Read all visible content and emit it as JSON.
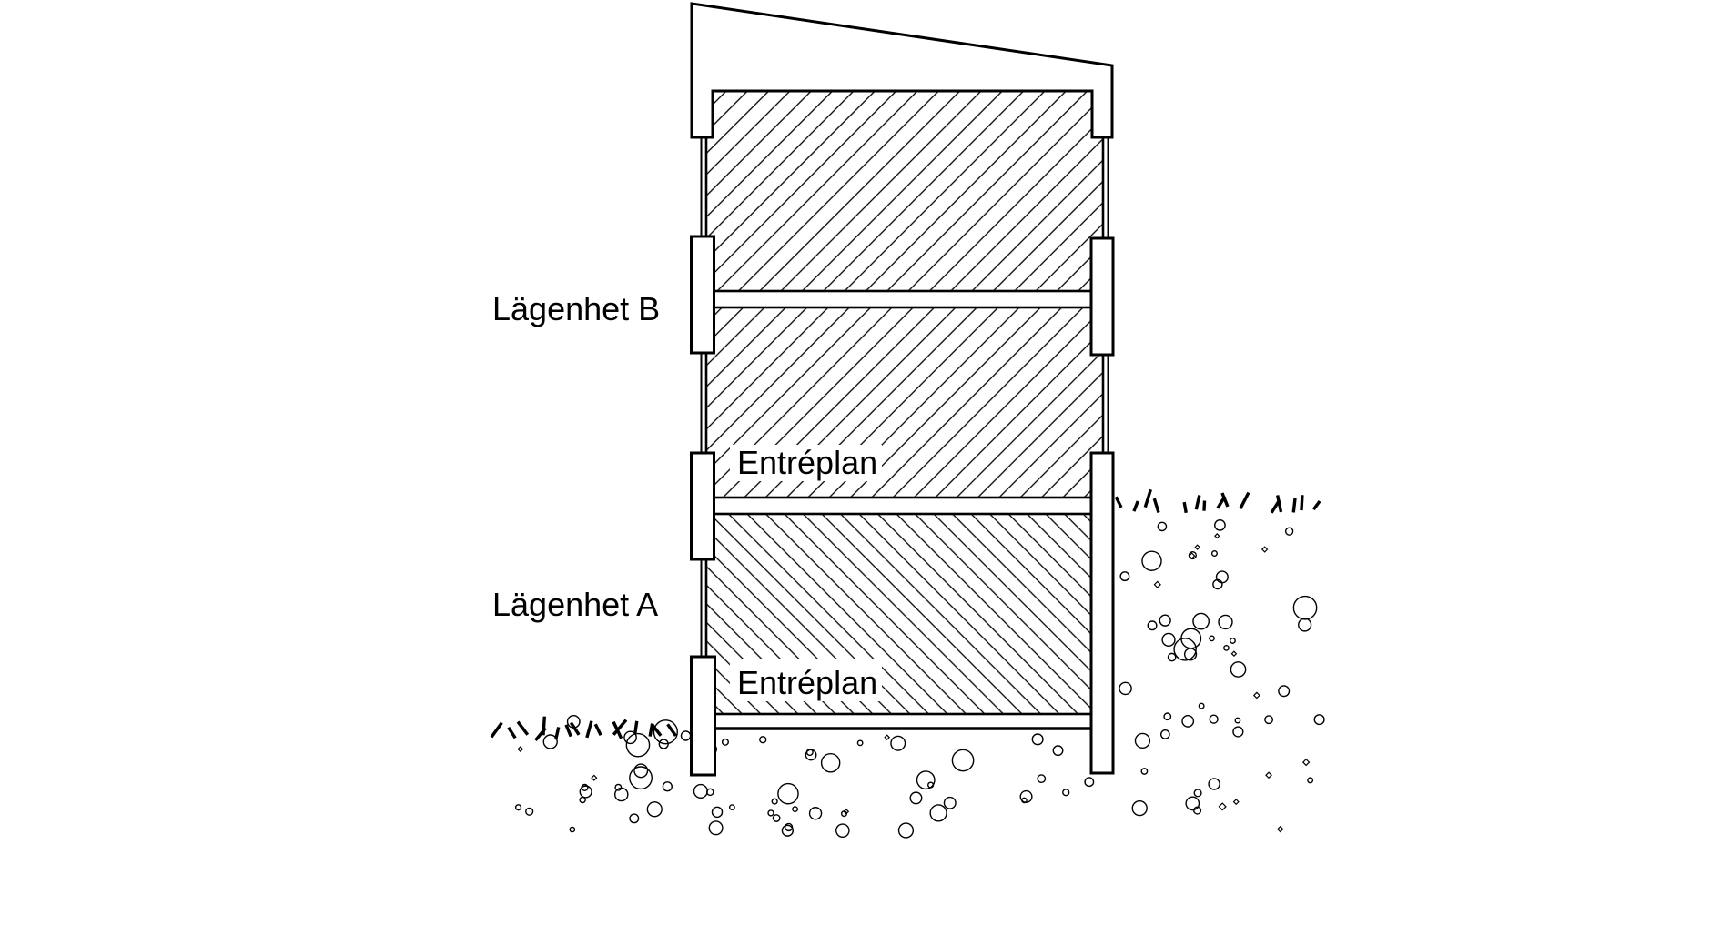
{
  "diagram": {
    "kind": "building-cross-section",
    "background_color": "#ffffff",
    "line_color": "#000000",
    "labels": {
      "apartment_b": "Lägenhet B",
      "apartment_a": "Lägenhet A",
      "entry_b": "Entréplan",
      "entry_a": "Entréplan"
    }
  }
}
